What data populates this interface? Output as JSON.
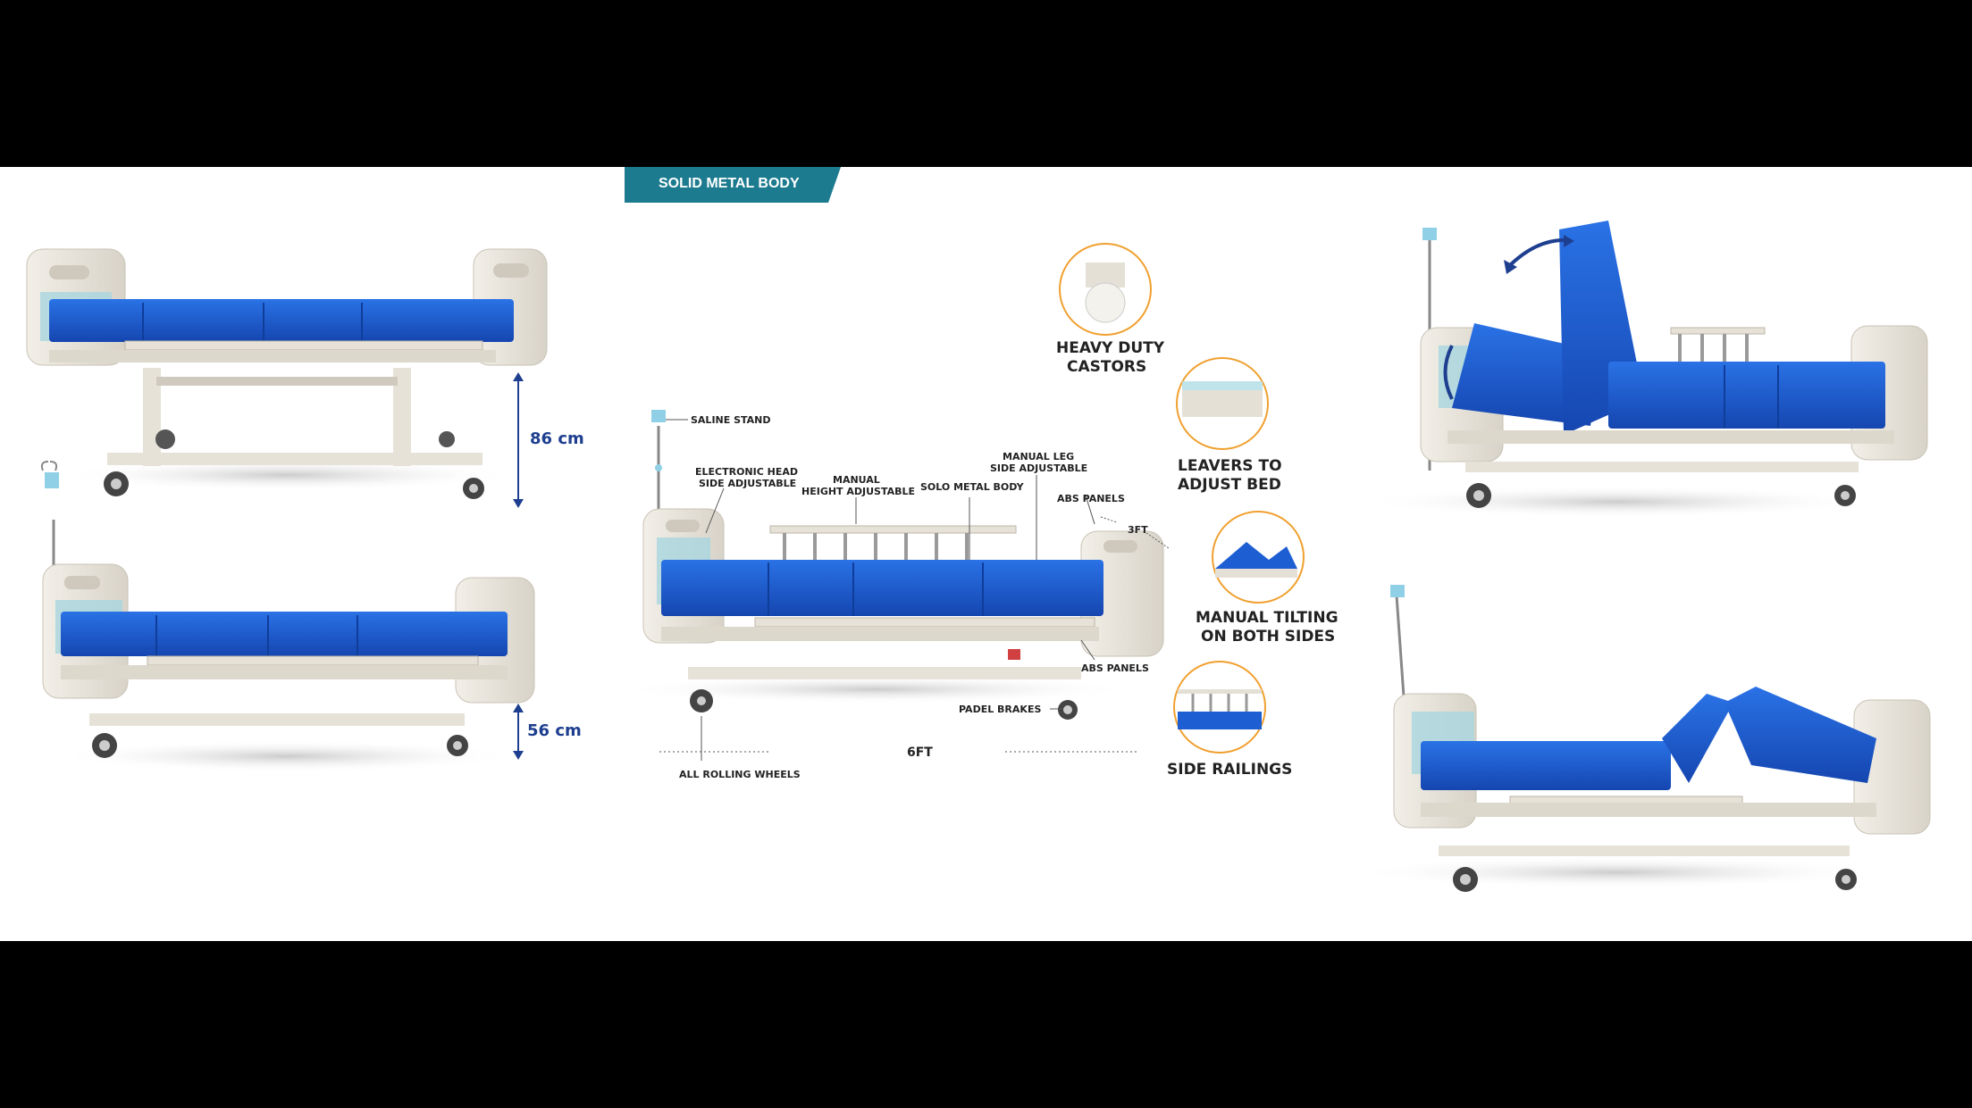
{
  "banner": {
    "text": "SOLID METAL BODY",
    "color": "#1c7b8f"
  },
  "heights": {
    "high": "86 cm",
    "low": "56 cm"
  },
  "callouts": {
    "saline_stand": "SALINE STAND",
    "electronic_head_1": "ELECTRONIC HEAD",
    "electronic_head_2": "SIDE ADJUSTABLE",
    "manual_height_1": "MANUAL",
    "manual_height_2": "HEIGHT ADJUSTABLE",
    "solo_metal_body": "SOLO METAL BODY",
    "manual_leg_1": "MANUAL LEG",
    "manual_leg_2": "SIDE ADJUSTABLE",
    "abs_panels_top": "ABS PANELS",
    "abs_panels_bottom": "ABS PANELS",
    "padel_brakes": "PADEL BRAKES",
    "all_rolling_wheels": "ALL ROLLING WHEELS",
    "length": "6FT",
    "width": "3FT"
  },
  "features": {
    "castors_1": "HEAVY DUTY",
    "castors_2": "CASTORS",
    "leavers_1": "LEAVERS TO",
    "leavers_2": "ADJUST BED",
    "tilting_1": "MANUAL TILTING",
    "tilting_2": "ON BOTH SIDES",
    "railings": "SIDE RAILINGS"
  },
  "colors": {
    "mattress": "#1d5fd3",
    "frame": "#e9e5dc",
    "dimension": "#1e3f8f"
  }
}
